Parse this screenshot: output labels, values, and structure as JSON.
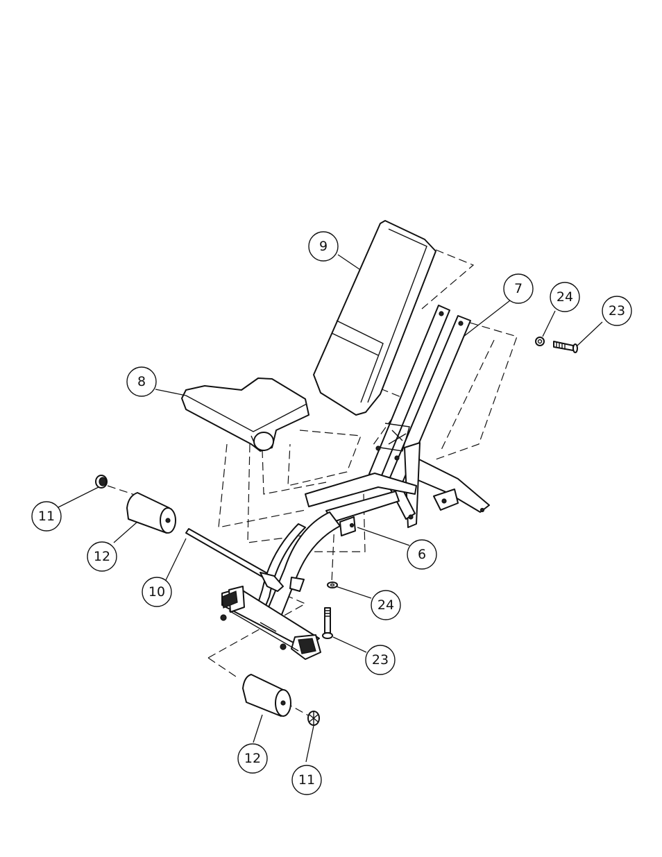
{
  "callouts": [
    {
      "id": "c9",
      "label": "9"
    },
    {
      "id": "c8",
      "label": "8"
    },
    {
      "id": "c7",
      "label": "7"
    },
    {
      "id": "c24a",
      "label": "24"
    },
    {
      "id": "c23a",
      "label": "23"
    },
    {
      "id": "c11a",
      "label": "11"
    },
    {
      "id": "c12a",
      "label": "12"
    },
    {
      "id": "c10",
      "label": "10"
    },
    {
      "id": "c6",
      "label": "6"
    },
    {
      "id": "c24b",
      "label": "24"
    },
    {
      "id": "c23b",
      "label": "23"
    },
    {
      "id": "c12b",
      "label": "12"
    },
    {
      "id": "c11b",
      "label": "11"
    }
  ]
}
